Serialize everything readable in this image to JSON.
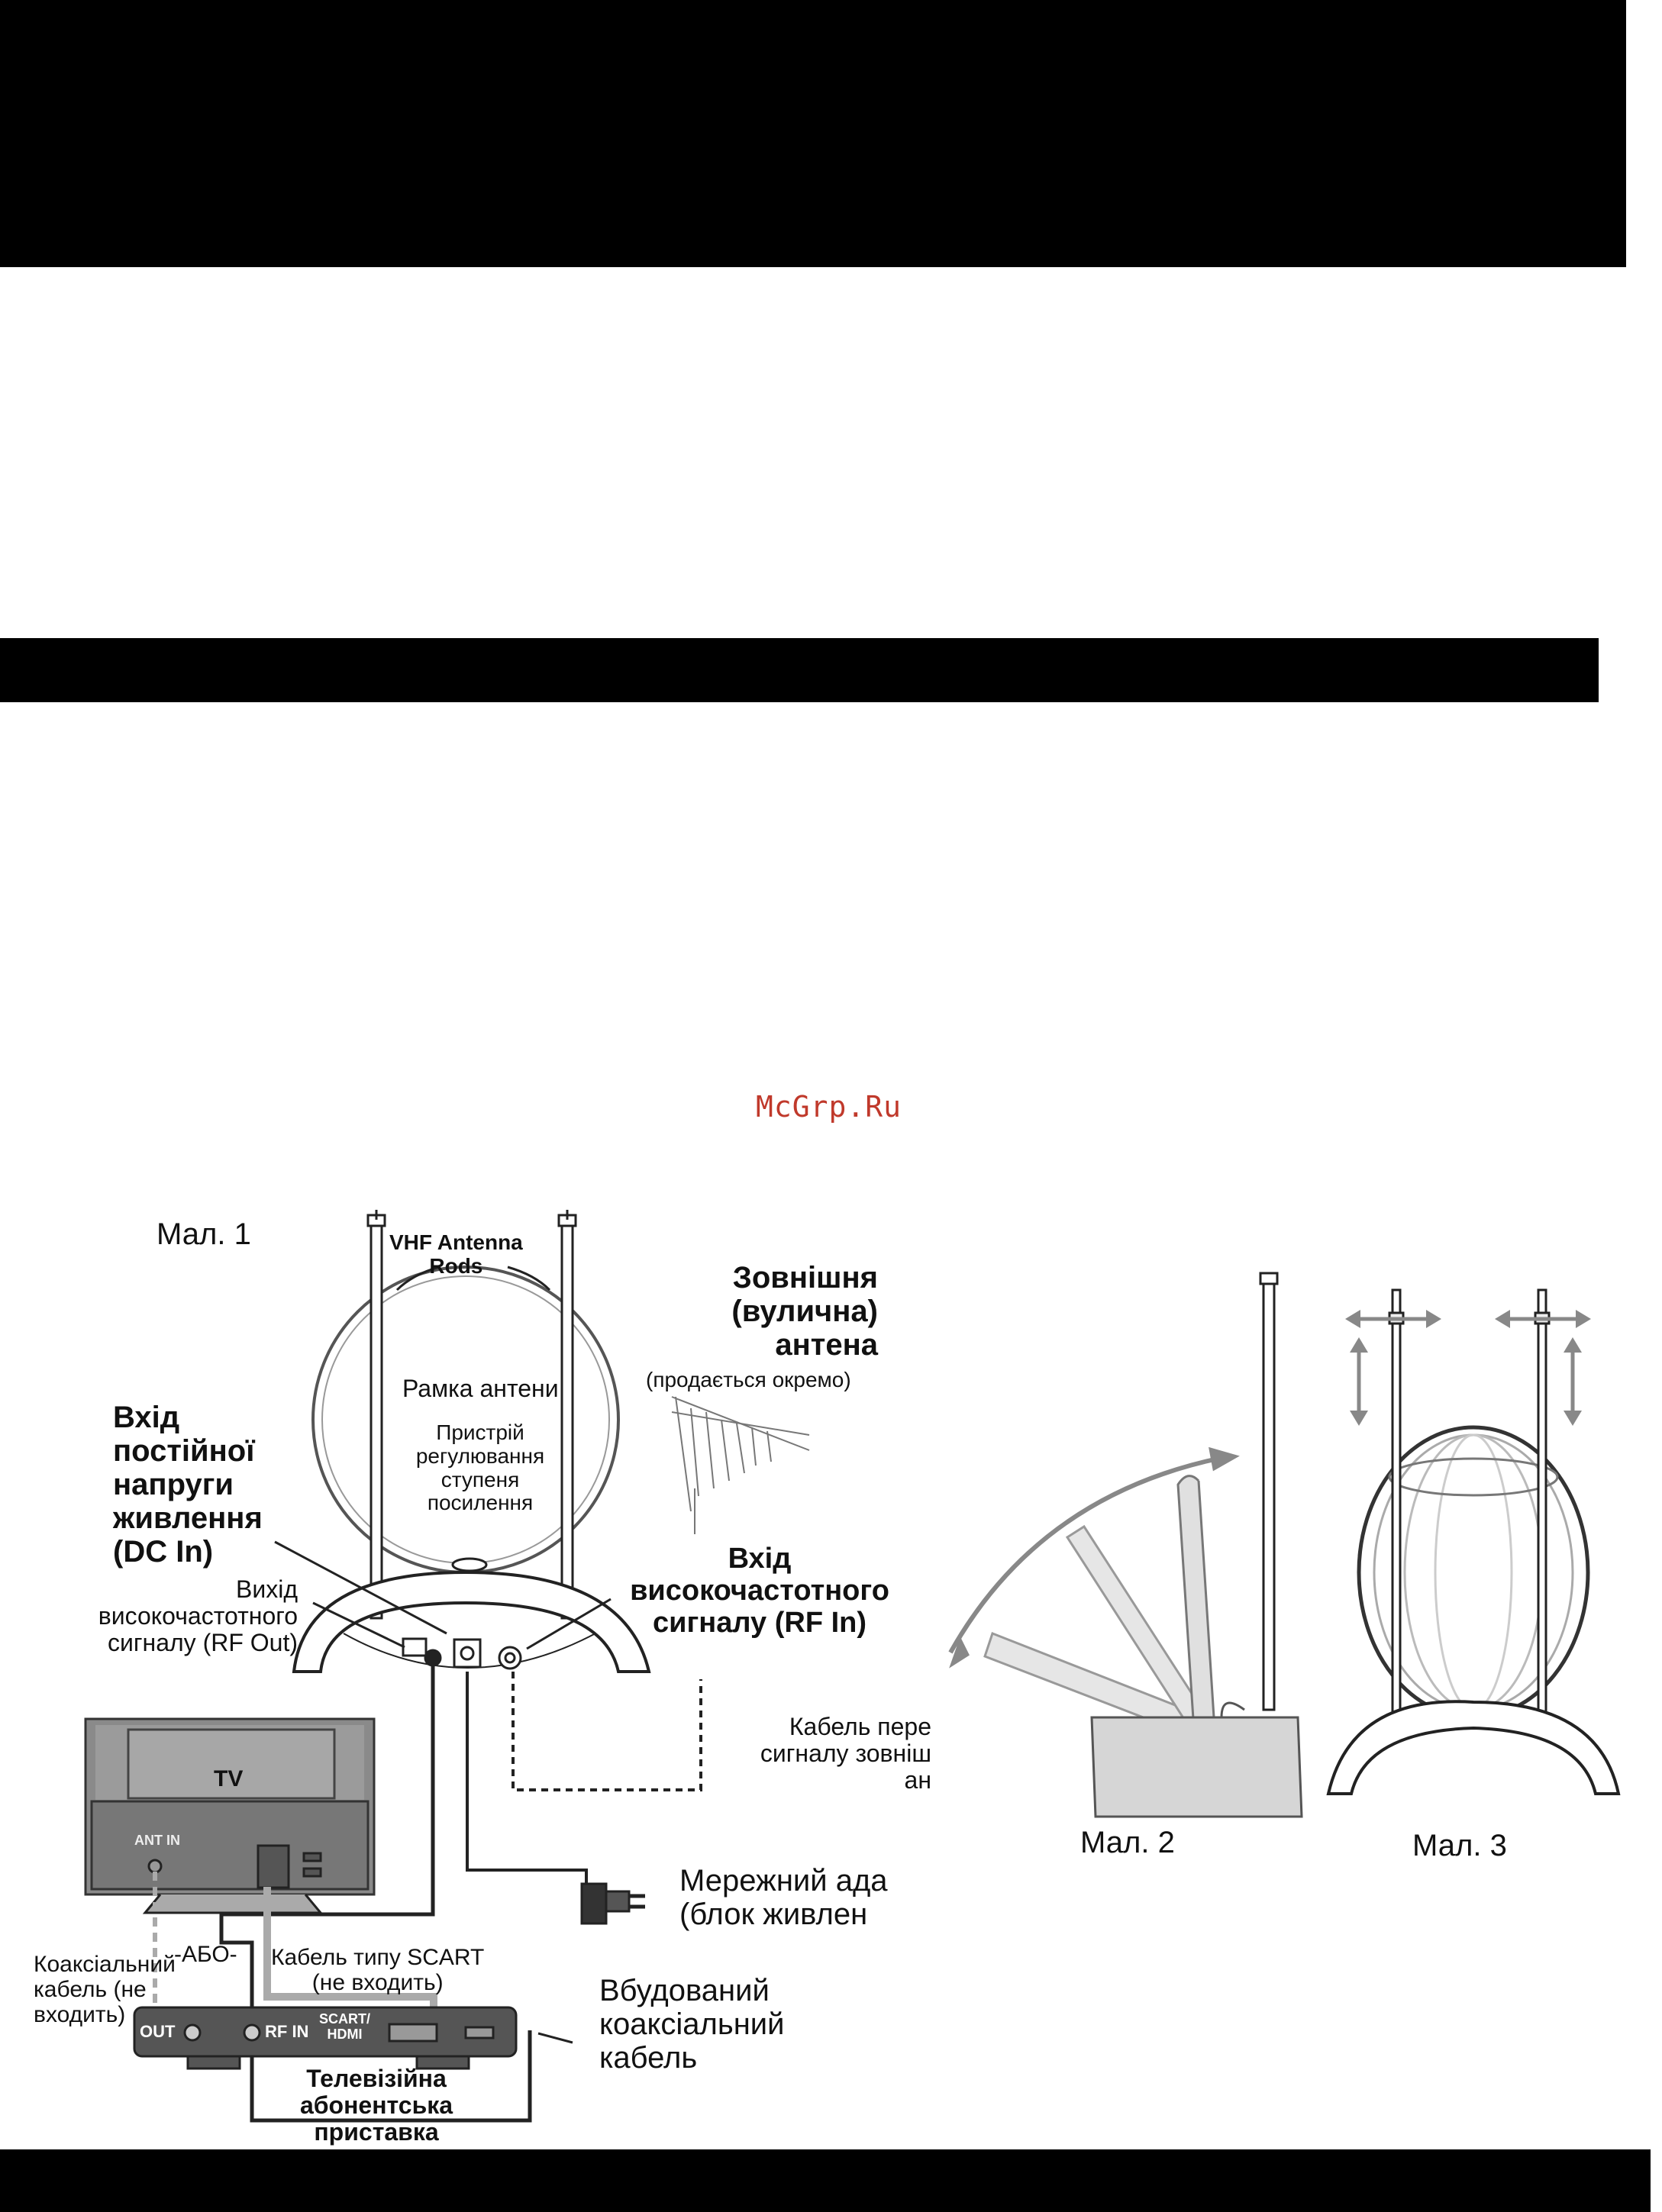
{
  "watermark": "McGrp.Ru",
  "fig1": {
    "caption": "Мал. 1",
    "vhf_rods": "VHF Antenna\nRods",
    "outdoor_antenna": "Зовнішня\n(вулична)\nантена",
    "sold_separately": "(продається окремо)",
    "antenna_loop": "Рамка антени",
    "gain_control": "Пристрій\nрегулювання\nступеня\nпосилення",
    "dc_in": "Вхід\nпостійної\nнапруги\nживлення\n(DC In)",
    "rf_out": "Вихід\nвисокочастотного\nсигналу (RF Out)",
    "rf_in": "Вхід\nвисокочастотного\nсигналу (RF In)",
    "outdoor_cable": "Кабель пере\nсигналу зовніш\nан",
    "tv": "TV",
    "ant_in": "ANT IN",
    "power_adapter": "Мережний ада\n(блок живлен",
    "or": "-АБО-",
    "coax_not_included": "Коаксіальний\nкабель (не\nвходить)",
    "scart_cable": "Кабель типу SCART\n(не входить)",
    "built_in_coax": "Вбудований\nкоаксіальний\nкабель",
    "out": "OUT",
    "rf_in_port": "RF IN",
    "scart_hdmi": "SCART/\nHDMI",
    "set_top_box": "Телевізійна\nабонентська\nприставка"
  },
  "fig2": {
    "caption": "Мал. 2"
  },
  "fig3": {
    "caption": "Мал. 3"
  }
}
